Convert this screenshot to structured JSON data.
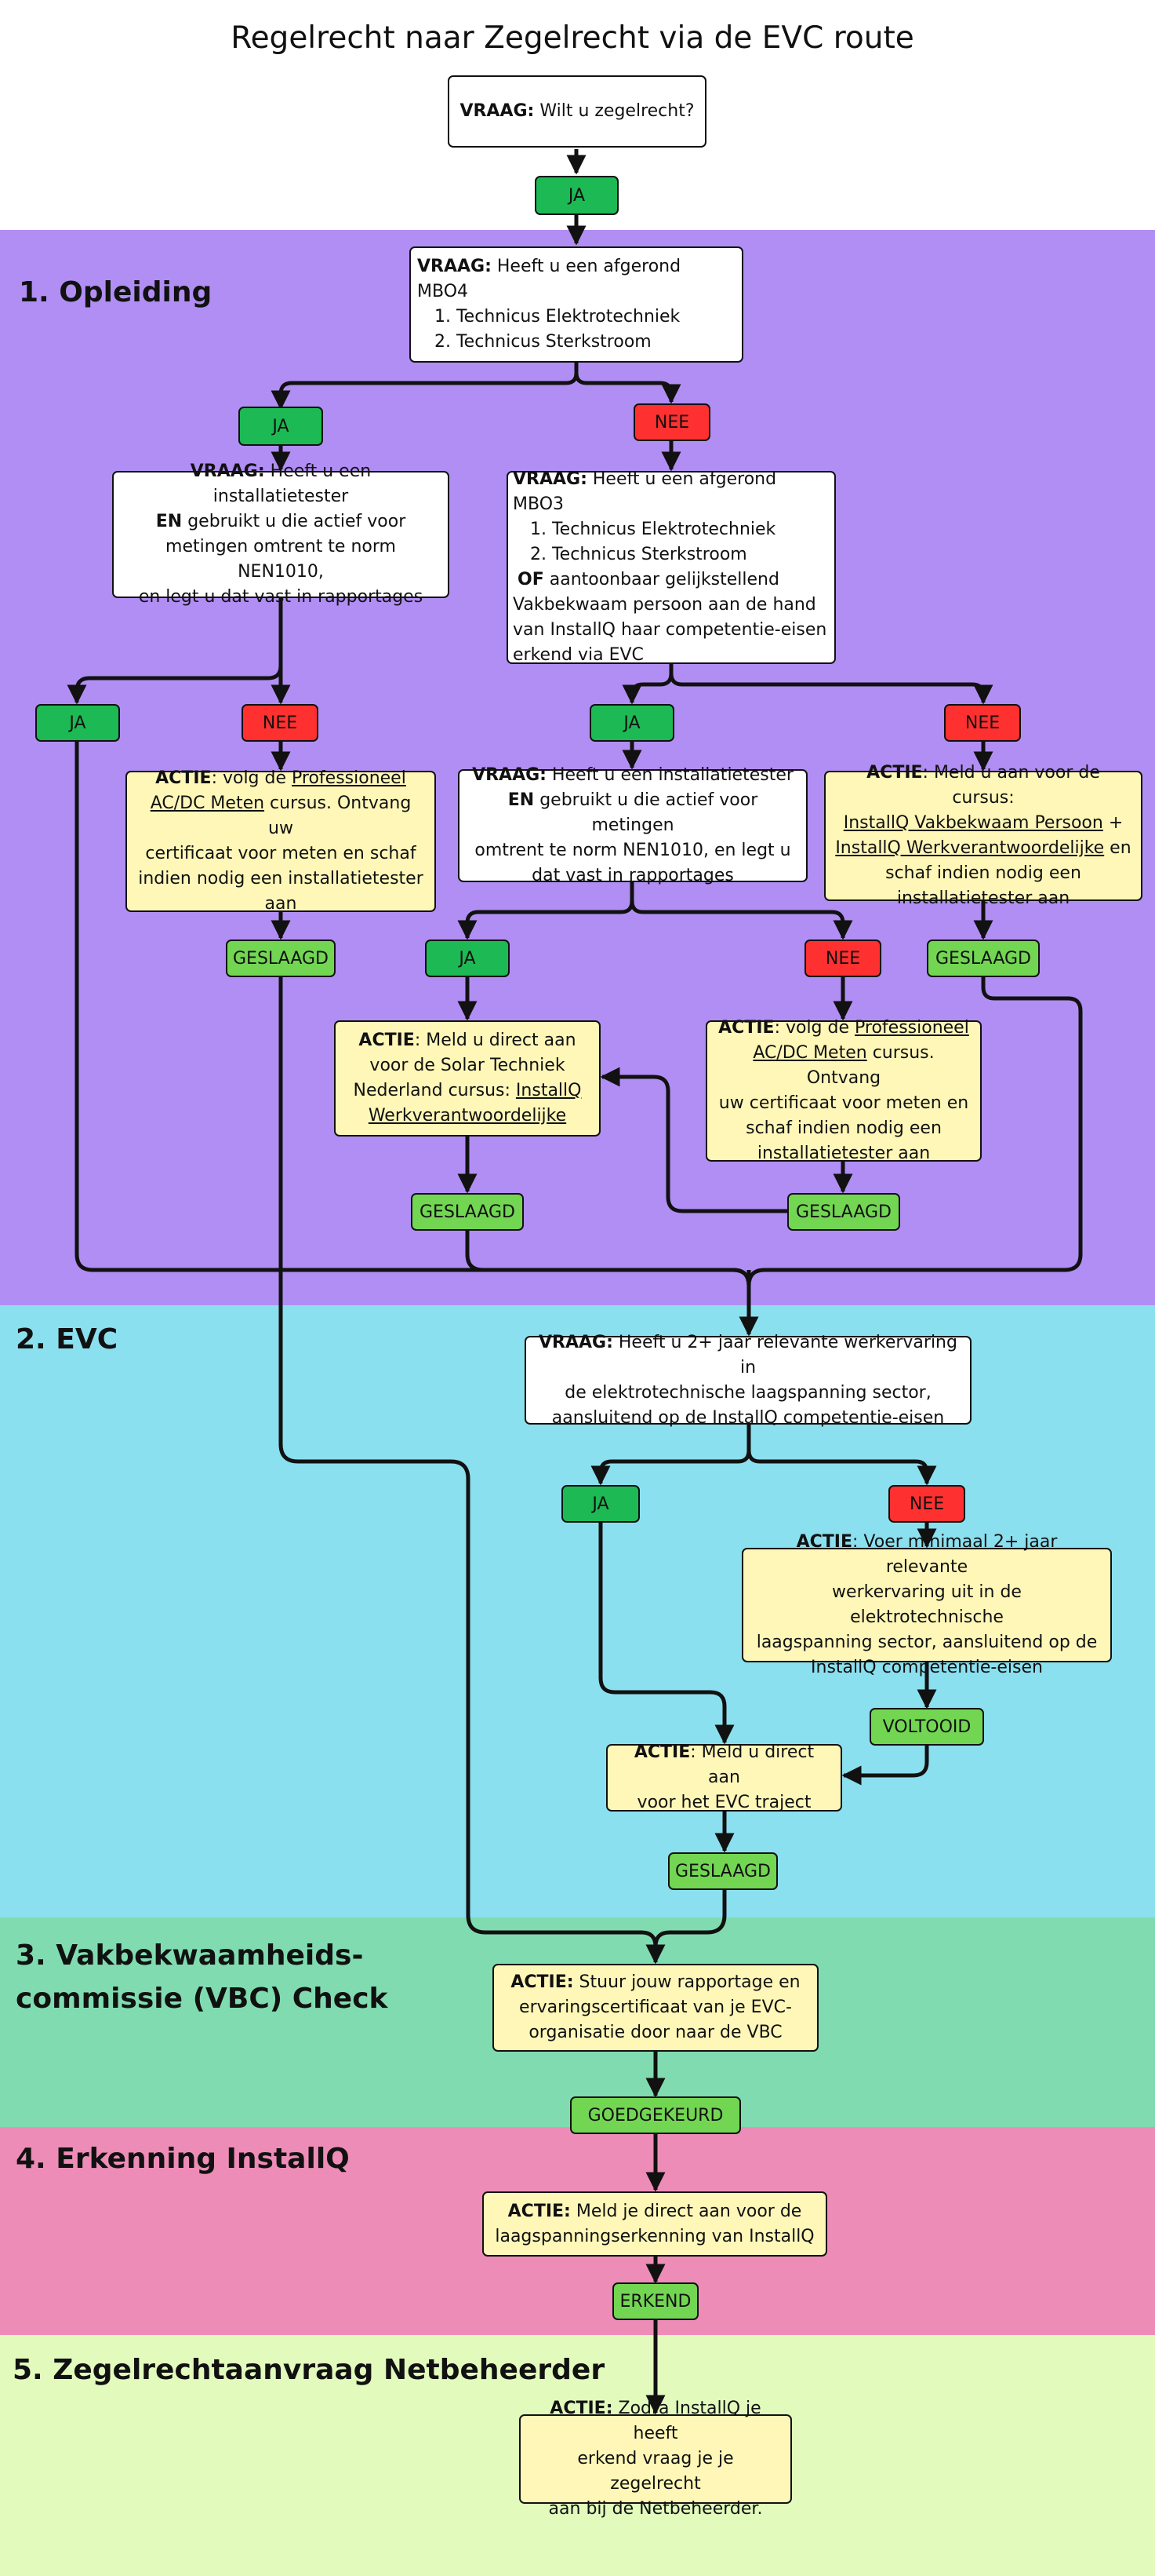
{
  "title": "Regelrecht naar Zegelrecht via de EVC route",
  "colors": {
    "opleiding": "#b18ef4",
    "evc": "#8be0ef",
    "vbc": "#80dcb0",
    "erkenning": "#ee8cb8",
    "zegel": "#e2fbbd",
    "ja": "#1db954",
    "nee": "#ff3030",
    "result": "#72d653",
    "action": "#fff7b8"
  },
  "sections": {
    "opleiding": "1. Opleiding",
    "evc": "2. EVC",
    "vbc_line1": "3. Vakbekwaamheids-",
    "vbc_line2": "commissie (VBC) Check",
    "erkenning": "4. Erkenning InstallQ",
    "zegel": "5. Zegelrechtaanvraag Netbeheerder"
  },
  "labels": {
    "ja": "JA",
    "nee": "NEE",
    "geslaagd": "GESLAAGD",
    "voltooid": "VOLTOOID",
    "goedgekeurd": "GOEDGEKEURD",
    "erkend": "ERKEND"
  },
  "q_start": {
    "prefix": "VRAAG:",
    "text": " Wilt u zegelrecht?"
  },
  "q_mbo4": {
    "prefix": "VRAAG:",
    "text": " Heeft u een afgerond MBO4",
    "items": [
      "1. Technicus Elektrotechniek",
      "2. Technicus Sterkstroom"
    ]
  },
  "q_tester_left": {
    "prefix": "VRAAG:",
    "l1": " Heeft u een installatietester",
    "en": "EN",
    "l2": " gebruikt u die actief voor",
    "l3": "metingen omtrent te norm NEN1010,",
    "l4": "en legt u dat vast in rapportages"
  },
  "q_mbo3": {
    "prefix": "VRAAG:",
    "text": " Heeft u een afgerond MBO3",
    "items": [
      "1. Technicus Elektrotechniek",
      "2. Technicus Sterkstroom"
    ],
    "of": "OF",
    "l1": " aantoonbaar gelijkstellend",
    "l2": "Vakbekwaam persoon aan de hand",
    "l3": "van InstallQ haar competentie-eisen",
    "l4": "erkend via EVC"
  },
  "a_meten_left": {
    "prefix": "ACTIE",
    "t1": ": volg de ",
    "link1": "Professioneel",
    "link2": "AC/DC Meten",
    "t2": " cursus. Ontvang uw",
    "l3": "certificaat voor meten en schaf",
    "l4": "indien nodig een installatietester",
    "l5": "aan"
  },
  "q_tester_mid": {
    "prefix": "VRAAG:",
    "l1": " Heeft u een installatietester",
    "en": "EN",
    "l2": " gebruikt u die actief voor metingen",
    "l3": "omtrent te norm NEN1010, en legt u",
    "l4": "dat vast in rapportages"
  },
  "a_vakbekwaam": {
    "prefix": "ACTIE",
    "t1": ": Meld u aan voor de cursus:",
    "link1": "InstallQ Vakbekwaam Persoon",
    "t2": " +",
    "link2": "InstallQ Werkverantwoordelijke",
    "t3": " en",
    "l4": "schaf indien nodig een",
    "l5": "installatietester aan"
  },
  "a_solar": {
    "prefix": "ACTIE",
    "t1": ": Meld u direct aan",
    "l2": "voor de Solar Techniek",
    "t3": "Nederland cursus: ",
    "link1": "InstallQ",
    "link2": "Werkverantwoordelijke"
  },
  "a_meten_mid": {
    "prefix": "ACTIE",
    "t1": ": volg de ",
    "link1": "Professioneel",
    "link2": "AC/DC Meten",
    "t2": " cursus. Ontvang",
    "l3": "uw certificaat voor meten en",
    "l4": "schaf indien nodig een",
    "l5": "installatietester aan"
  },
  "q_ervaring": {
    "prefix": "VRAAG:",
    "l1": " Heeft u 2+ jaar relevante werkervaring in",
    "l2": "de elektrotechnische laagspanning sector,",
    "l3": "aansluitend op de InstallQ competentie-eisen"
  },
  "a_ervaring": {
    "prefix": "ACTIE",
    "l1": ": Voer minimaal 2+ jaar relevante",
    "l2": "werkervaring uit in de elektrotechnische",
    "l3": "laagspanning sector, aansluitend op de",
    "l4": "InstallQ competentie-eisen"
  },
  "a_evc": {
    "prefix": "ACTIE",
    "l1": ": Meld u direct aan",
    "l2": "voor het EVC traject"
  },
  "a_vbc": {
    "prefix": "ACTIE:",
    "l1": " Stuur jouw rapportage en",
    "l2": "ervaringscertificaat van je EVC-",
    "l3": "organisatie door naar de VBC"
  },
  "a_erkenning": {
    "prefix": "ACTIE:",
    "l1": " Meld je direct aan voor de",
    "l2": "laagspanningserkenning van InstallQ"
  },
  "a_zegel": {
    "prefix": "ACTIE:",
    "l1": " Zodra InstallQ je heeft",
    "l2": "erkend vraag je je zegelrecht",
    "l3": "aan bij de Netbeheerder."
  }
}
